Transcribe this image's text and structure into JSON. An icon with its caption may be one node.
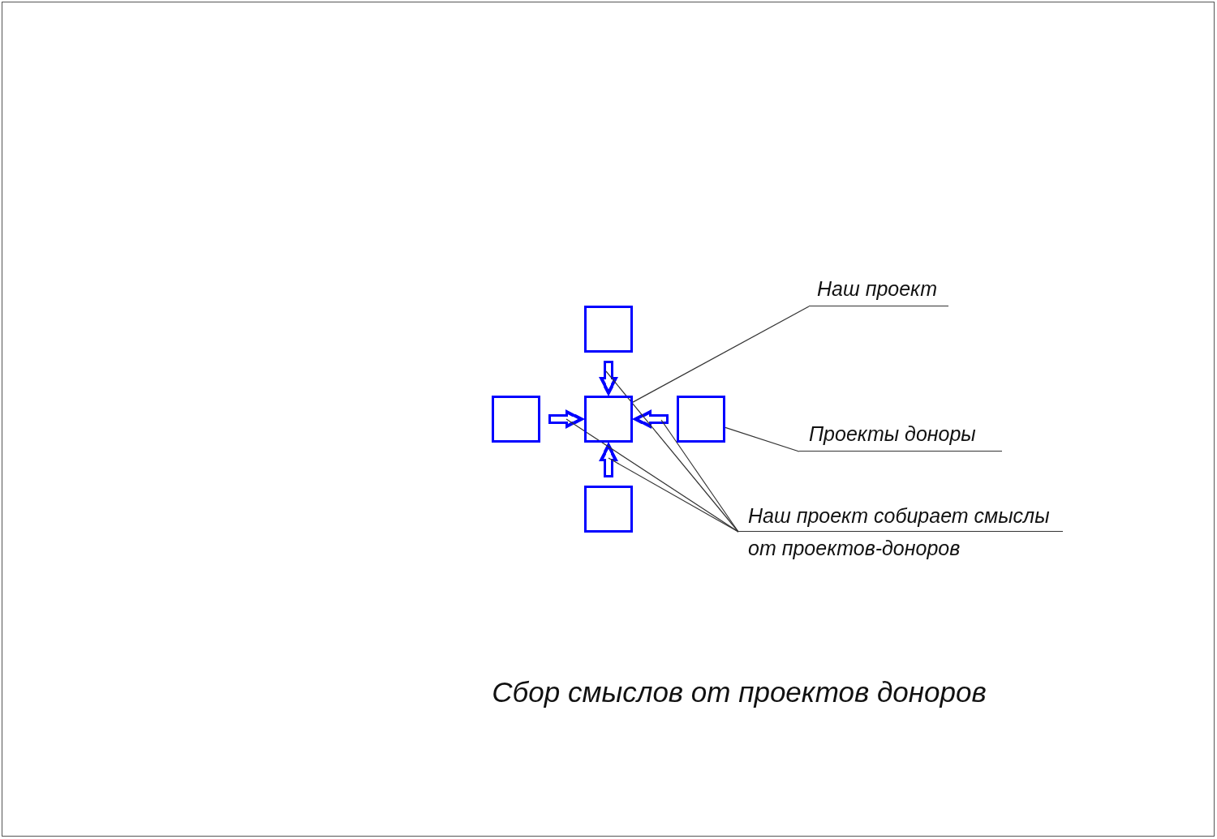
{
  "diagram": {
    "caption": "Сбор смыслов от проектов доноров",
    "nodes": [
      {
        "text": [
          "Наш проект"
        ]
      },
      {
        "text": [],
        "shape": "box"
      },
      {
        "text": [],
        "shape": "box"
      },
      {
        "text": [],
        "shape": "box"
      },
      {
        "text": [],
        "shape": "box"
      },
      {
        "text": [
          "Проекты доноры"
        ]
      },
      {
        "text": [],
        "shape": "box"
      },
      {
        "text": [
          "Наш проект собирает смыслы от проектов-доноров"
        ]
      }
    ],
    "edges": [
      {
        "from": 1,
        "to": 3,
        "arrow": "to",
        "style": "thick",
        "color": "#0000ff"
      },
      {
        "from": 2,
        "to": 3,
        "arrow": "to",
        "style": "thick",
        "color": "#0000ff"
      },
      {
        "from": 4,
        "to": 3,
        "arrow": "to",
        "style": "thick",
        "color": "#0000ff"
      },
      {
        "from": 6,
        "to": 3,
        "arrow": "to",
        "style": "thick",
        "color": "#0000ff"
      },
      {
        "from": 0,
        "to": 3,
        "arrow": "none"
      },
      {
        "from": 5,
        "to": 4,
        "arrow": "none"
      },
      {
        "from": 7,
        "to": null,
        "arrow": "none"
      },
      {
        "from": 7,
        "to": null,
        "arrow": "none"
      },
      {
        "from": 7,
        "to": null,
        "arrow": "none"
      },
      {
        "from": 7,
        "to": null,
        "arrow": "none"
      }
    ]
  }
}
